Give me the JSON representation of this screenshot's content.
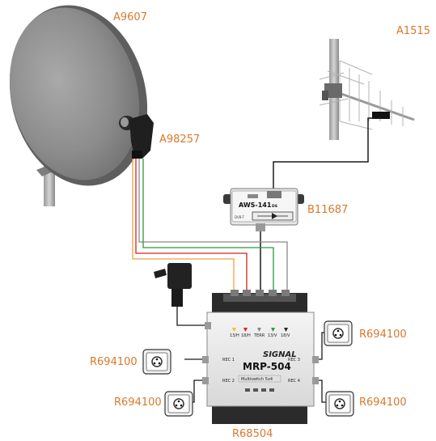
{
  "colors": {
    "label": "#d9782c",
    "cable_black": "#1a1a1a",
    "cable_orange": "#f0a040",
    "cable_red": "#d62020",
    "cable_green": "#2a9a3a",
    "cable_gray": "#8a8a8a"
  },
  "labels": {
    "dish": "A9607",
    "lnb": "A98257",
    "antenna": "A1515",
    "amplifier": "B11687",
    "multiswitch": "R68504",
    "socket_left_top": "R694100",
    "socket_left_bottom": "R694100",
    "socket_right_top": "R694100",
    "socket_right_bottom": "R694100"
  },
  "amplifier": {
    "model": "AWS-141",
    "model_suffix": "DS",
    "badge": "DVB-T"
  },
  "multiswitch": {
    "brand": "SIGNAL",
    "model": "MRP-504",
    "subtitle": "Multiswitch 5x4",
    "inputs": [
      "13/H",
      "18/H",
      "TERR",
      "13/V",
      "18/V"
    ],
    "outputs": [
      "REC 1",
      "REC 2",
      "REC 3",
      "REC 4"
    ]
  },
  "icons": [
    "satellite-dish-icon",
    "lnb-icon",
    "terrestrial-antenna-icon",
    "amplifier-icon",
    "power-adapter-icon",
    "multiswitch-icon",
    "wall-socket-icon"
  ]
}
